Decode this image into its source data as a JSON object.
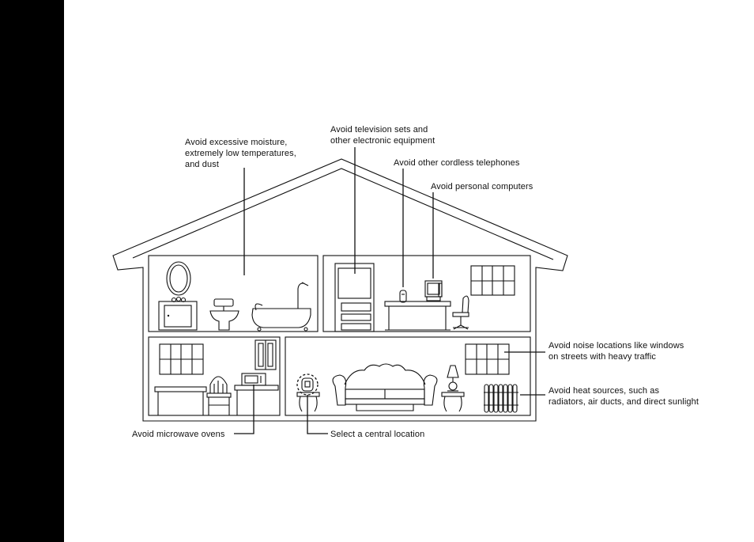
{
  "callouts": {
    "moisture": [
      "Avoid excessive moisture,",
      "extremely low temperatures,",
      "and dust"
    ],
    "television": [
      "Avoid television sets and",
      "other electronic equipment"
    ],
    "cordless": [
      "Avoid other cordless telephones"
    ],
    "computers": [
      "Avoid personal computers"
    ],
    "noise": [
      "Avoid noise locations like windows",
      "on streets with heavy traffic"
    ],
    "heat": [
      "Avoid heat sources, such as",
      "radiators, air ducts, and direct sunlight"
    ],
    "microwave": [
      "Avoid microwave ovens"
    ],
    "central": [
      "Select a central location"
    ]
  },
  "colors": {
    "line": "#111111",
    "background": "#ffffff",
    "side_bar": "#000000"
  },
  "icons": [
    "house-outline",
    "mirror-icon",
    "vanity-icon",
    "toilet-icon",
    "bathtub-icon",
    "door-icon",
    "cordless-phone-icon",
    "computer-icon",
    "desk-icon",
    "chair-icon",
    "window-icon",
    "table-icon",
    "microwave-icon",
    "cabinet-icon",
    "sofa-icon",
    "lamp-icon",
    "radiator-icon",
    "base-phone-icon"
  ]
}
